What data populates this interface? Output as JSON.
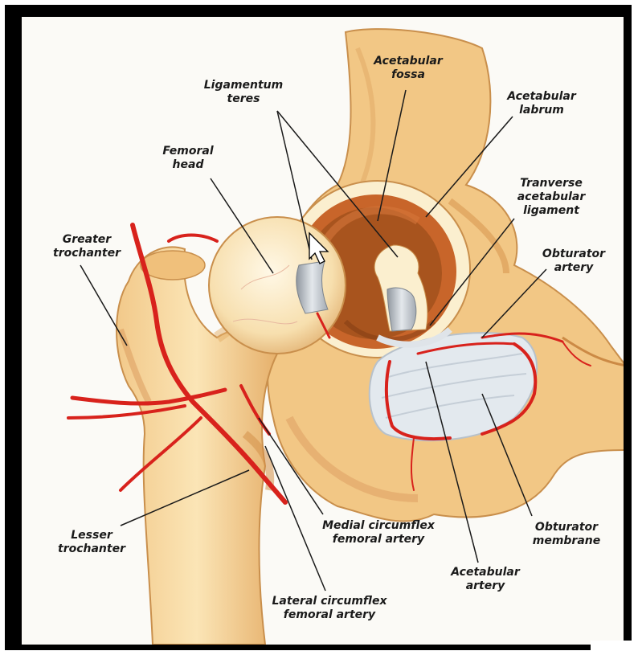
{
  "labels": {
    "ligamentum_teres": "Ligamentum\nteres",
    "acetabular_fossa": "Acetabular\nfossa",
    "acetabular_labrum": "Acetabular\nlabrum",
    "femoral_head": "Femoral\nhead",
    "transverse_ligament": "Tranverse\nacetabular\nligament",
    "greater_trochanter": "Greater\ntrochanter",
    "obturator_artery": "Obturator\nartery",
    "lesser_trochanter": "Lesser\ntrochanter",
    "medial_circumflex": "Medial circumflex\nfemoral artery",
    "obturator_membrane": "Obturator\nmembrane",
    "acetabular_artery": "Acetabular\nartery",
    "lateral_circumflex": "Lateral circumflex\nfemoral artery"
  },
  "colors": {
    "bone": "#f3cf8e",
    "bone_shadow": "#d99a52",
    "fossa": "#a8541e",
    "artery": "#d8221c",
    "ligament": "#c9cfd6",
    "membrane": "#e3e9ee"
  },
  "icons": [
    "mouse-cursor-icon"
  ]
}
